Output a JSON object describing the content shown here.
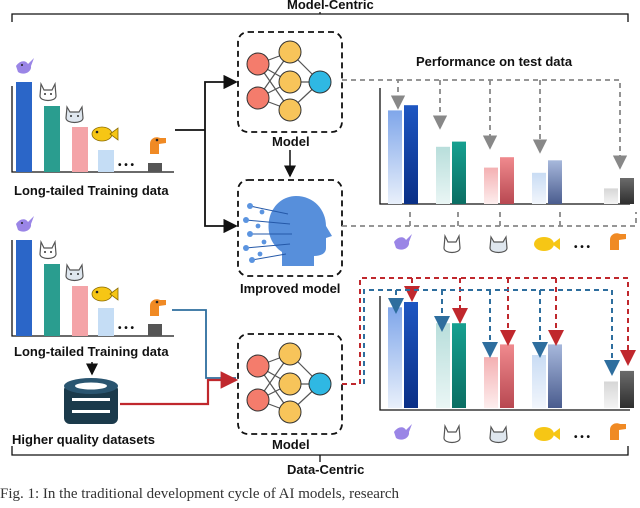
{
  "labels": {
    "model_centric": "Model-Centric",
    "data_centric": "Data-Centric",
    "performance": "Performance on test data",
    "long_tailed_1": "Long-tailed Training data",
    "long_tailed_2": "Long-tailed Training data",
    "model_1": "Model",
    "model_2": "Model",
    "improved_model": "Improved model",
    "higher_quality": "Higher quality datasets",
    "dots": "• • •"
  },
  "caption": "Fig. 1: In the traditional development cycle of AI models, research",
  "colors": {
    "class_bar_colors": [
      "#2b66c8",
      "#2a9d8f",
      "#f4a4a8",
      "#c5ddf5",
      "#555555"
    ],
    "dashed_gray": "#888888",
    "dashed_red": "#c0282d",
    "dashed_blue": "#2e6e9e",
    "icon_yellow": "#f6c615",
    "icon_orange": "#f08a24"
  },
  "training_data": {
    "classes": [
      "bird",
      "cat",
      "cat-2",
      "fish",
      "dino"
    ],
    "relative_counts": [
      1.0,
      0.75,
      0.5,
      0.26,
      0.1
    ]
  },
  "performance_top": {
    "pairs": [
      [
        0.9,
        0.95
      ],
      [
        0.55,
        0.6
      ],
      [
        0.35,
        0.45
      ],
      [
        0.3,
        0.42
      ],
      [
        0.15,
        0.25
      ]
    ]
  },
  "performance_bottom": {
    "pairs": [
      [
        0.95,
        1.0
      ],
      [
        0.8,
        0.8
      ],
      [
        0.48,
        0.6
      ],
      [
        0.5,
        0.6
      ],
      [
        0.25,
        0.35
      ]
    ]
  }
}
